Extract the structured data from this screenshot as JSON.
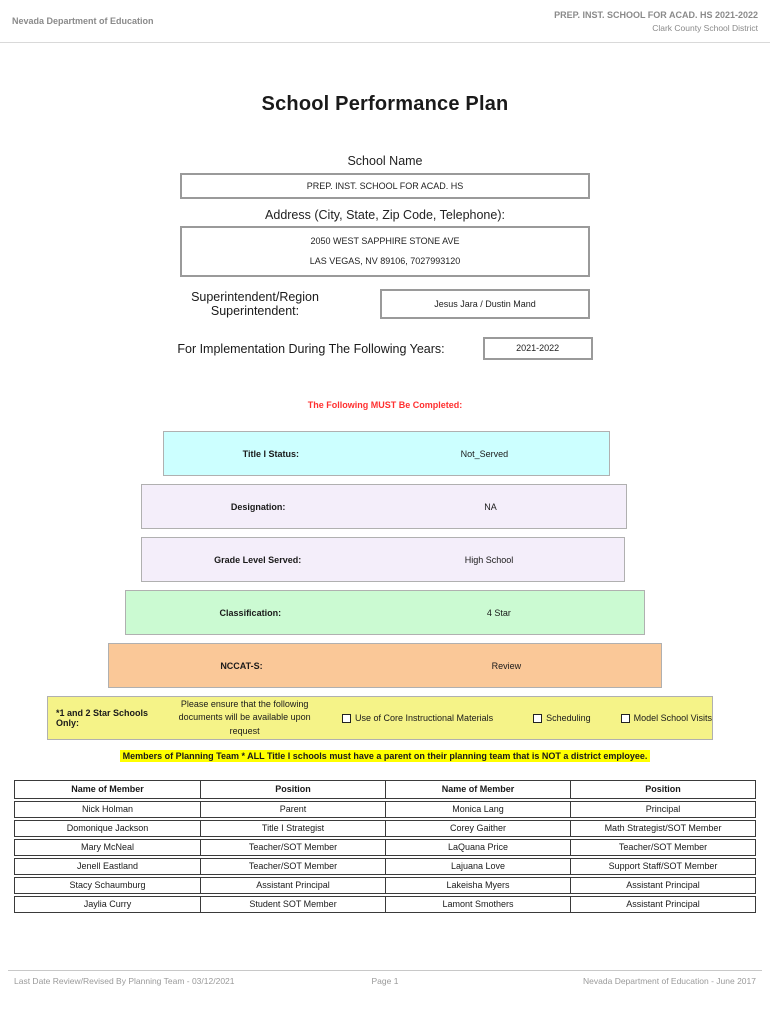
{
  "header": {
    "left": "Nevada Department of Education",
    "right_line1": "PREP. INST. SCHOOL FOR ACAD. HS  2021-2022",
    "right_line2": "Clark County School District"
  },
  "title": "School Performance Plan",
  "form": {
    "school_name_label": "School Name",
    "school_name_value": "PREP. INST. SCHOOL FOR ACAD. HS",
    "address_label": "Address (City, State, Zip Code, Telephone):",
    "address_line1": "2050 WEST SAPPHIRE STONE AVE",
    "address_line2": "LAS VEGAS, NV  89106, 7027993120",
    "superintendent_label": "Superintendent/Region Superintendent:",
    "superintendent_value": "Jesus Jara / Dustin Mand",
    "implementation_label": "For Implementation During The Following Years:",
    "implementation_value": "2021-2022"
  },
  "must_complete_notice": "The Following MUST Be Completed:",
  "status_rows": [
    {
      "label": "Title I Status:",
      "value": "Not_Served",
      "color": "#CCFFFF"
    },
    {
      "label": "Designation:",
      "value": "NA",
      "color": "#F4EEFA"
    },
    {
      "label": "Grade Level Served:",
      "value": "High School",
      "color": "#F4EEFA"
    },
    {
      "label": "Classification:",
      "value": "4 Star",
      "color": "#CBFAD2"
    },
    {
      "label": "NCCAT-S:",
      "value": "Review",
      "color": "#FAC898"
    }
  ],
  "star_schools": {
    "label": "*1 and 2 Star Schools Only:",
    "note": "Please ensure that the following documents will be available upon request",
    "bg_color": "#F5F388",
    "checkboxes": [
      {
        "label": "Use of Core Instructional Materials",
        "checked": false
      },
      {
        "label": "Scheduling",
        "checked": false
      },
      {
        "label": "Model School Visits",
        "checked": false
      }
    ]
  },
  "planning_team_notice": "Members of Planning Team * ALL Title I schools must have a parent on their planning team that is NOT a district employee.",
  "members_table": {
    "headers": [
      "Name of Member",
      "Position",
      "Name of Member",
      "Position"
    ],
    "rows": [
      [
        "Nick Holman",
        "Parent",
        "Monica Lang",
        "Principal"
      ],
      [
        "Domonique Jackson",
        "Title I Strategist",
        "Corey Gaither",
        "Math Strategist/SOT Member"
      ],
      [
        "Mary McNeal",
        "Teacher/SOT Member",
        "LaQuana Price",
        "Teacher/SOT Member"
      ],
      [
        "Jenell Eastland",
        "Teacher/SOT Member",
        "Lajuana Love",
        "Support Staff/SOT Member"
      ],
      [
        "Stacy Schaumburg",
        "Assistant Principal",
        "Lakeisha Myers",
        "Assistant Principal"
      ],
      [
        "Jaylia Curry",
        "Student SOT Member",
        "Lamont Smothers",
        "Assistant Principal"
      ]
    ]
  },
  "footer": {
    "left": "Last Date Review/Revised By Planning Team - 03/12/2021",
    "center": "Page 1",
    "right": "Nevada Department of Education - June 2017"
  }
}
